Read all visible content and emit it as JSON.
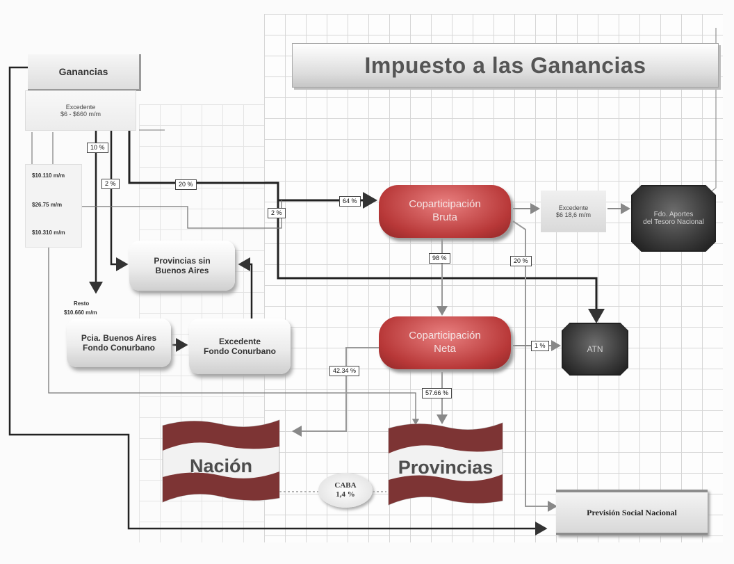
{
  "title": "Impuesto a las Ganancias",
  "source": {
    "header": "Ganancias",
    "panel_lines": [
      "Excedente",
      "$6 - $660 m/m"
    ],
    "side_items": [
      "$10.110 m/m",
      "$26.75 m/m",
      "$10.310 m/m"
    ],
    "below_label_1": "Resto",
    "below_label_2": "$10.660 m/m"
  },
  "nodes": {
    "cop_bruta": [
      "Coparticipación",
      "Bruta"
    ],
    "cop_neta": [
      "Coparticipación",
      "Neta"
    ],
    "prov_sin_ba": [
      "Provincias sin",
      "Buenos Aires"
    ],
    "pcia_ba": [
      "Pcia. Buenos Aires",
      "Fondo Conurbano"
    ],
    "excedente_fc": [
      "Excedente",
      "Fondo Conurbano"
    ],
    "excedente_right": [
      "Excedente",
      "$6 18,6 m/m"
    ],
    "dark_top": [
      "Fdo. Aportes",
      "del Tesoro Nacional"
    ],
    "dark_mid": "ATN",
    "nacion": "Nación",
    "provincias": "Provincias",
    "cafa": [
      "CABA",
      "1,4 %"
    ],
    "psn": "Previsión Social Nacional"
  },
  "percent_labels": {
    "p1": "10 %",
    "p2": "2 %",
    "p3": "20 %",
    "p4": "64 %",
    "p5": "2 %",
    "p6": "98 %",
    "p7": "20 %",
    "p8": "1 %",
    "p9": "42.34 %",
    "p10": "57.66 %"
  },
  "colors": {
    "pill": "#b83838",
    "dark": "#2c2c2c",
    "flag_stripe": "#7d3434",
    "grid": "#d6d6d6"
  }
}
